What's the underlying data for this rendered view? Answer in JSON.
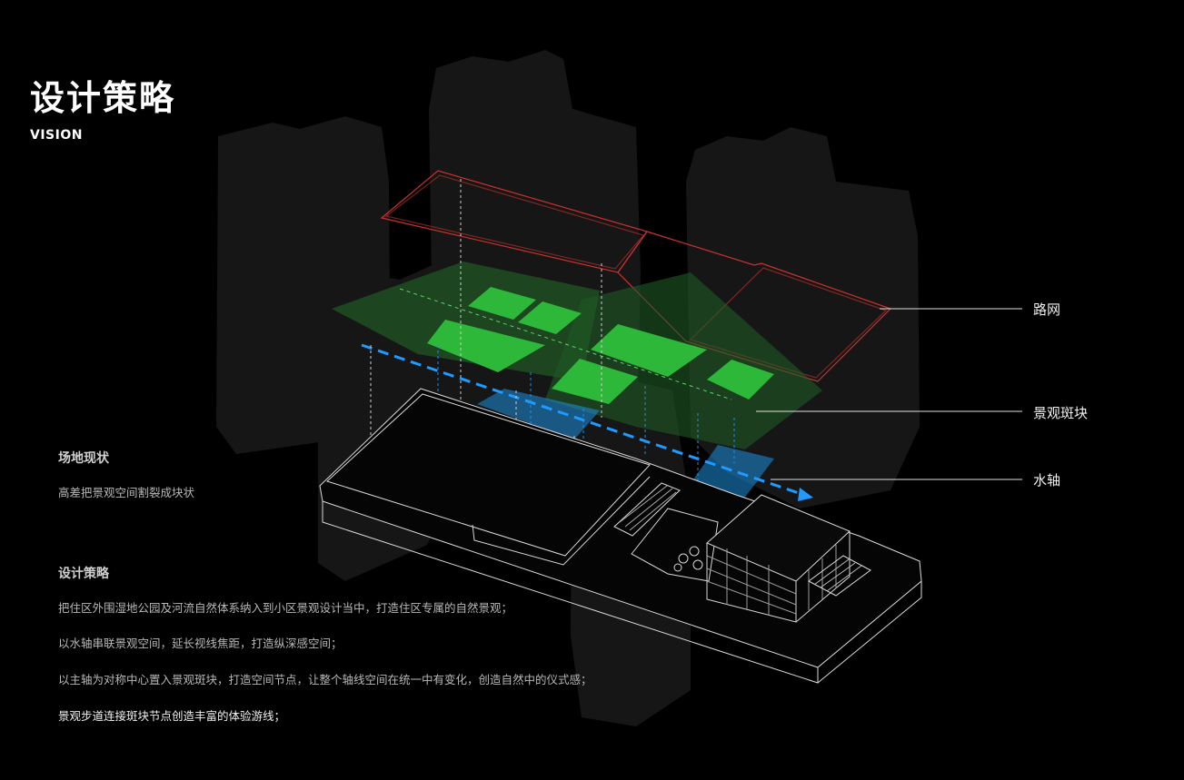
{
  "header": {
    "title": "设计策略",
    "subtitle": "VISION"
  },
  "layers": {
    "road": "路网",
    "landscape": "景观斑块",
    "water": "水轴"
  },
  "site_status": {
    "heading": "场地现状",
    "text": "高差把景观空间割裂成块状"
  },
  "strategy": {
    "heading": "设计策略",
    "items": [
      "把住区外围湿地公园及河流自然体系纳入到小区景观设计当中，打造住区专属的自然景观；",
      "以水轴串联景观空间，延长视线焦距，打造纵深感空间；",
      "以主轴为对称中心置入景观斑块，打造空间节点，让整个轴线空间在统一中有变化，创造自然中的仪式感；",
      "景观步道连接斑块节点创造丰富的体验游线；"
    ]
  },
  "colors": {
    "background": "#000000",
    "road_outline": "#c8322f",
    "landscape_green": "#2db83a",
    "water_blue": "#1f8fe0",
    "tower_gray": "#1a1a1a"
  }
}
